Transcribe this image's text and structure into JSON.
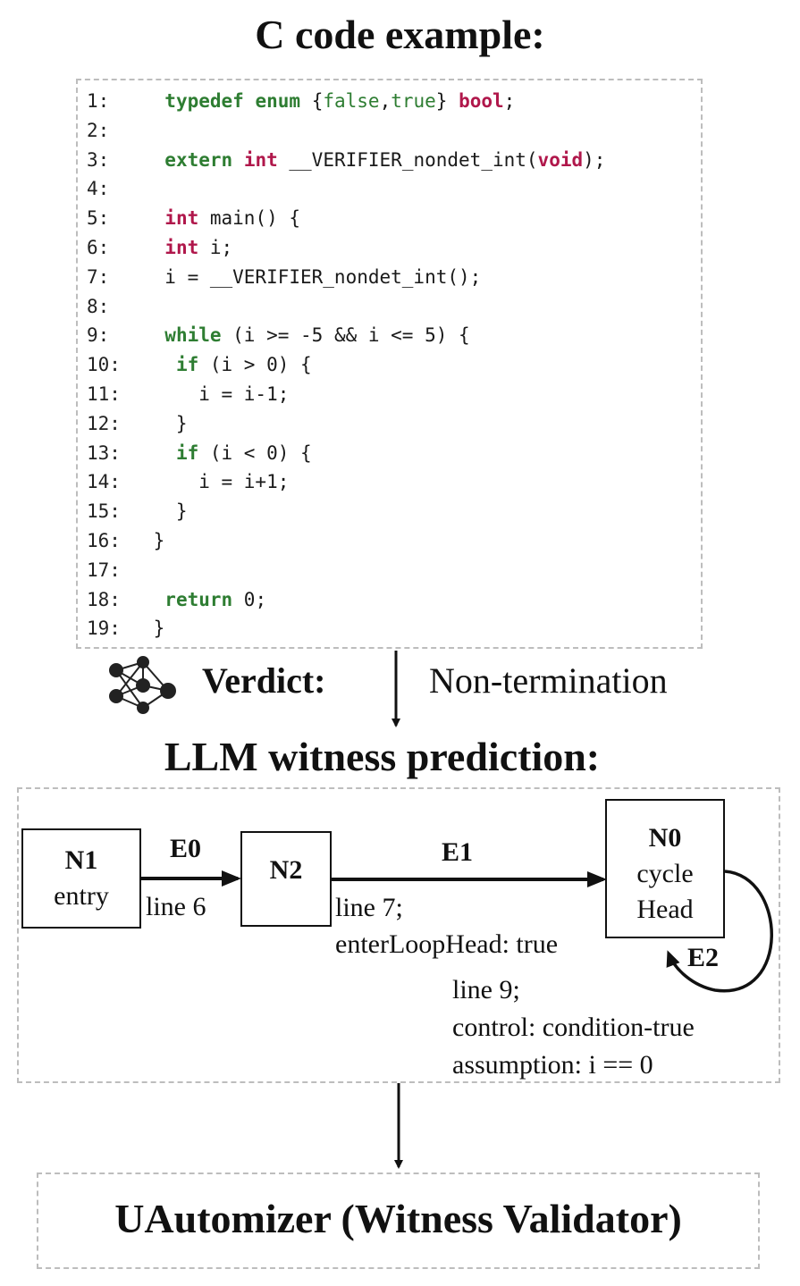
{
  "top_title": "C code example:",
  "code_lines": [
    {
      "n": "1:",
      "parts": [
        {
          "t": "  ",
          "c": ""
        },
        {
          "t": "typedef",
          "c": "kw-g"
        },
        {
          "t": " ",
          "c": ""
        },
        {
          "t": "enum",
          "c": "kw-g"
        },
        {
          "t": " {",
          "c": ""
        },
        {
          "t": "false",
          "c": "str-g"
        },
        {
          "t": ",",
          "c": ""
        },
        {
          "t": "true",
          "c": "str-g"
        },
        {
          "t": "} ",
          "c": ""
        },
        {
          "t": "bool",
          "c": "kw-r"
        },
        {
          "t": ";",
          "c": ""
        }
      ]
    },
    {
      "n": "2:",
      "parts": []
    },
    {
      "n": "3:",
      "parts": [
        {
          "t": "  ",
          "c": ""
        },
        {
          "t": "extern",
          "c": "kw-g"
        },
        {
          "t": " ",
          "c": ""
        },
        {
          "t": "int",
          "c": "kw-r"
        },
        {
          "t": " __VERIFIER_nondet_int(",
          "c": ""
        },
        {
          "t": "void",
          "c": "kw-r"
        },
        {
          "t": ");",
          "c": ""
        }
      ]
    },
    {
      "n": "4:",
      "parts": []
    },
    {
      "n": "5:",
      "parts": [
        {
          "t": "  ",
          "c": ""
        },
        {
          "t": "int",
          "c": "kw-r"
        },
        {
          "t": " main() {",
          "c": ""
        }
      ]
    },
    {
      "n": "6:",
      "parts": [
        {
          "t": "  ",
          "c": ""
        },
        {
          "t": "int",
          "c": "kw-r"
        },
        {
          "t": " i;",
          "c": ""
        }
      ]
    },
    {
      "n": "7:",
      "parts": [
        {
          "t": "  i = __VERIFIER_nondet_int();",
          "c": ""
        }
      ]
    },
    {
      "n": "8:",
      "parts": []
    },
    {
      "n": "9:",
      "parts": [
        {
          "t": "  ",
          "c": ""
        },
        {
          "t": "while",
          "c": "kw-g"
        },
        {
          "t": " (i >= -5 && i <= 5) {",
          "c": ""
        }
      ]
    },
    {
      "n": "10:",
      "parts": [
        {
          "t": "   ",
          "c": ""
        },
        {
          "t": "if",
          "c": "kw-g"
        },
        {
          "t": " (i > 0) {",
          "c": ""
        }
      ]
    },
    {
      "n": "11:",
      "parts": [
        {
          "t": "     i = i-1;",
          "c": ""
        }
      ]
    },
    {
      "n": "12:",
      "parts": [
        {
          "t": "   }",
          "c": ""
        }
      ]
    },
    {
      "n": "13:",
      "parts": [
        {
          "t": "   ",
          "c": ""
        },
        {
          "t": "if",
          "c": "kw-g"
        },
        {
          "t": " (i < 0) {",
          "c": ""
        }
      ]
    },
    {
      "n": "14:",
      "parts": [
        {
          "t": "     i = i+1;",
          "c": ""
        }
      ]
    },
    {
      "n": "15:",
      "parts": [
        {
          "t": "   }",
          "c": ""
        }
      ]
    },
    {
      "n": "16:",
      "parts": [
        {
          "t": " }",
          "c": ""
        }
      ]
    },
    {
      "n": "17:",
      "parts": []
    },
    {
      "n": "18:",
      "parts": [
        {
          "t": "  ",
          "c": ""
        },
        {
          "t": "return",
          "c": "kw-g"
        },
        {
          "t": " 0;",
          "c": ""
        }
      ]
    },
    {
      "n": "19:",
      "parts": [
        {
          "t": " }",
          "c": ""
        }
      ]
    }
  ],
  "verdict": {
    "label": "Verdict:",
    "value": "Non-termination"
  },
  "witness_title": "LLM witness prediction:",
  "nodes": {
    "n1": {
      "id": "N1",
      "text": "entry"
    },
    "n2": {
      "id": "N2"
    },
    "n0": {
      "id": "N0",
      "text1": "cycle",
      "text2": "Head"
    }
  },
  "edges": {
    "e0": {
      "id": "E0",
      "label": "line 6"
    },
    "e1": {
      "id": "E1",
      "label1": "line 7;",
      "label2": "enterLoopHead: true"
    },
    "e2": {
      "id": "E2",
      "label1": "line 9;",
      "label2": "control: condition-true",
      "label3": "assumption: i == 0"
    }
  },
  "validator_title": "UAutomizer (Witness Validator)"
}
